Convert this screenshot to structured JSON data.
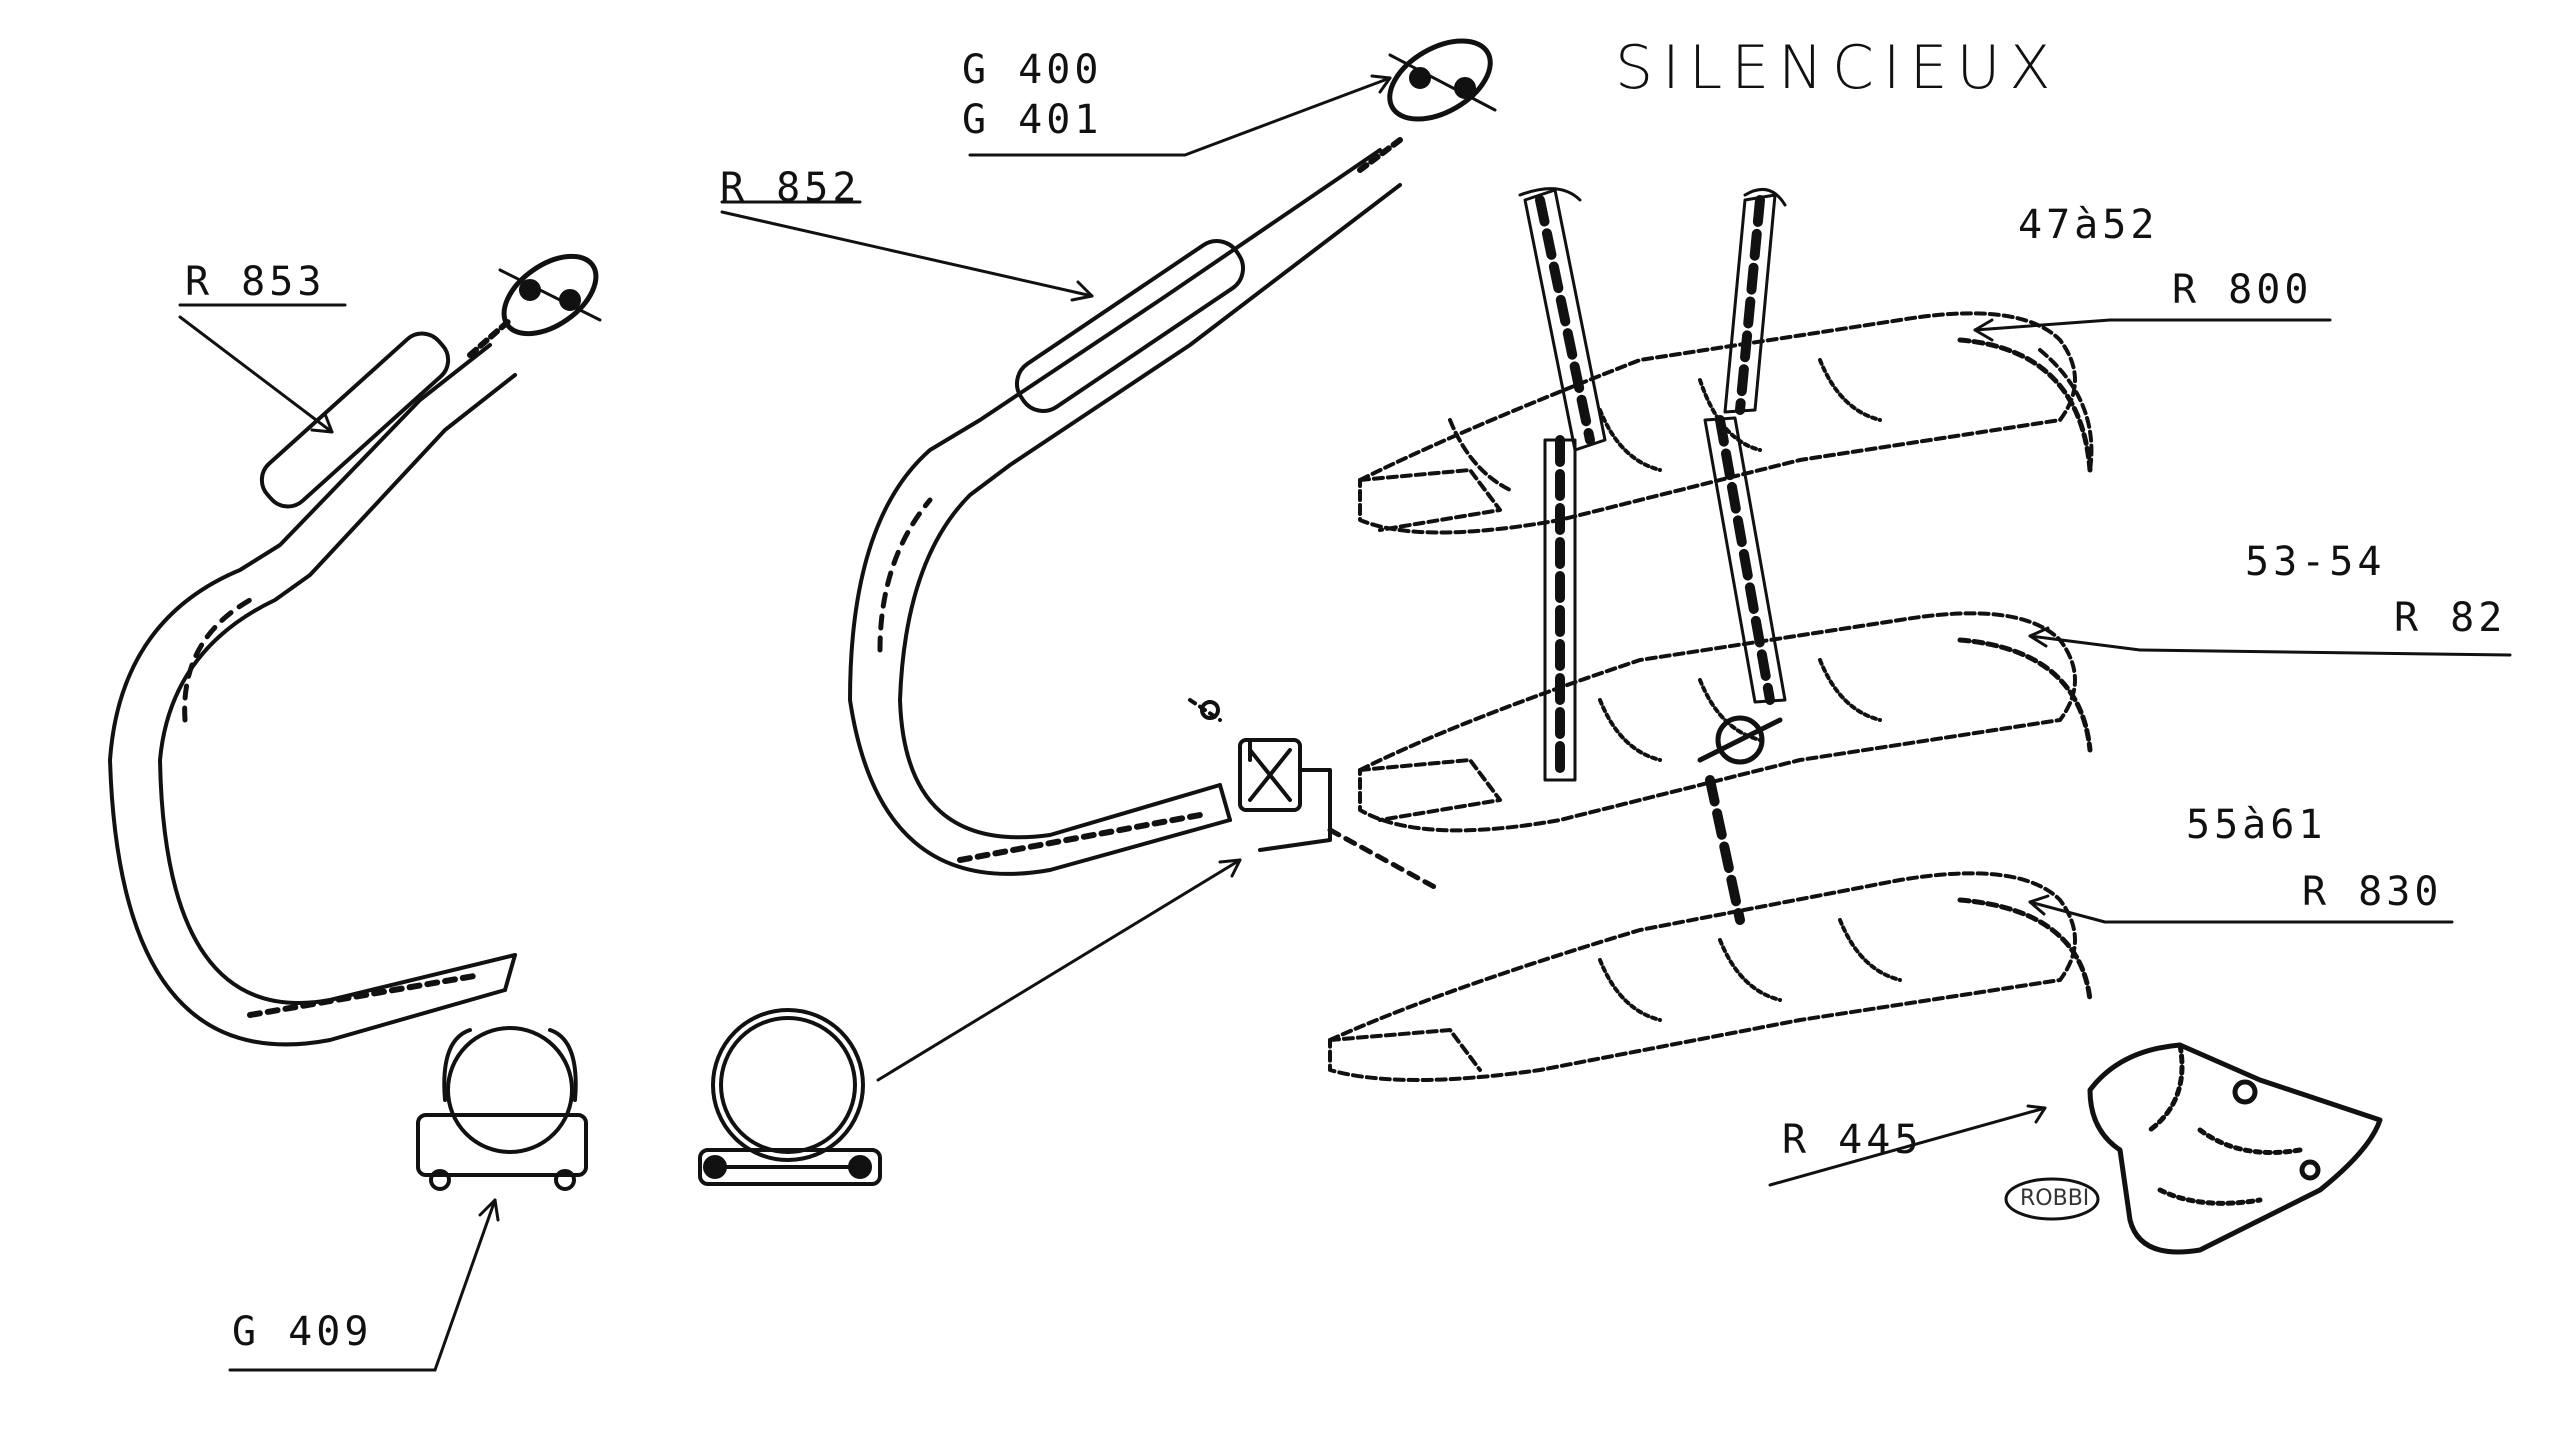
{
  "title": "SILENCIEUX",
  "labels": {
    "g400": "G 400",
    "g401": "G 401",
    "r852": "R 852",
    "r853": "R 853",
    "y4752": "47à52",
    "r800": "R 800",
    "y5354": "53-54",
    "r82": "R 82",
    "y5561": "55à61",
    "r830": "R 830",
    "r445": "R 445",
    "g409": "G 409"
  },
  "stamp": "ROBBI"
}
